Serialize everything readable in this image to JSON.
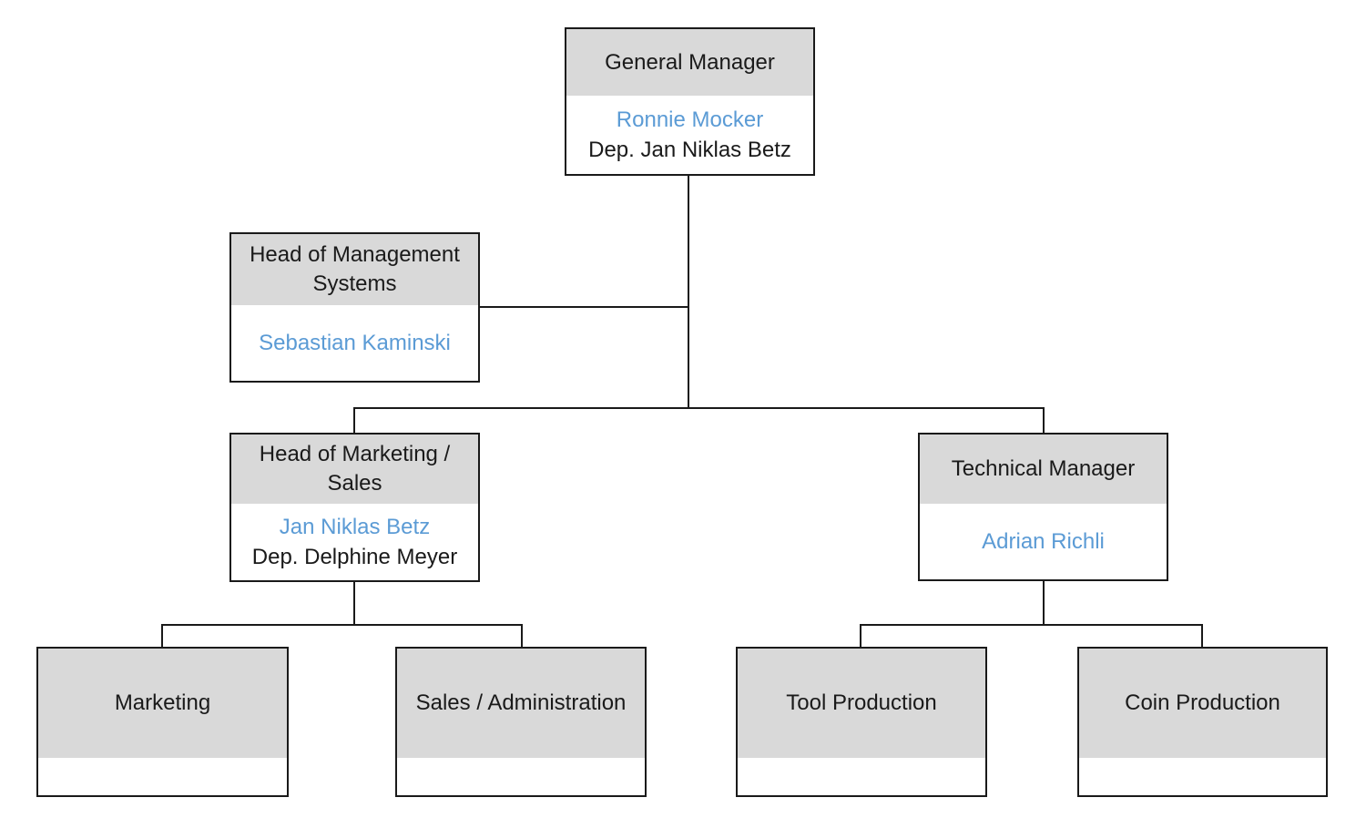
{
  "diagram_type": "organization-chart",
  "colors": {
    "header_fill": "#d9d9d9",
    "box_border": "#1a1a1a",
    "connector": "#1a1a1a",
    "name_blue": "#5b9bd5",
    "text_black": "#1a1a1a",
    "background": "#ffffff"
  },
  "nodes": {
    "general_manager": {
      "title": "General Manager",
      "person": "Ronnie Mocker",
      "deputy": "Dep. Jan Niklas Betz"
    },
    "head_management_systems": {
      "title": "Head of Management Systems",
      "person": "Sebastian Kaminski"
    },
    "head_marketing_sales": {
      "title": "Head of Marketing / Sales",
      "person": "Jan Niklas Betz",
      "deputy": "Dep. Delphine Meyer"
    },
    "technical_manager": {
      "title": "Technical Manager",
      "person": "Adrian Richli"
    },
    "marketing": {
      "title": "Marketing"
    },
    "sales_administration": {
      "title": "Sales / Administration"
    },
    "tool_production": {
      "title": "Tool Production"
    },
    "coin_production": {
      "title": "Coin Production"
    }
  }
}
